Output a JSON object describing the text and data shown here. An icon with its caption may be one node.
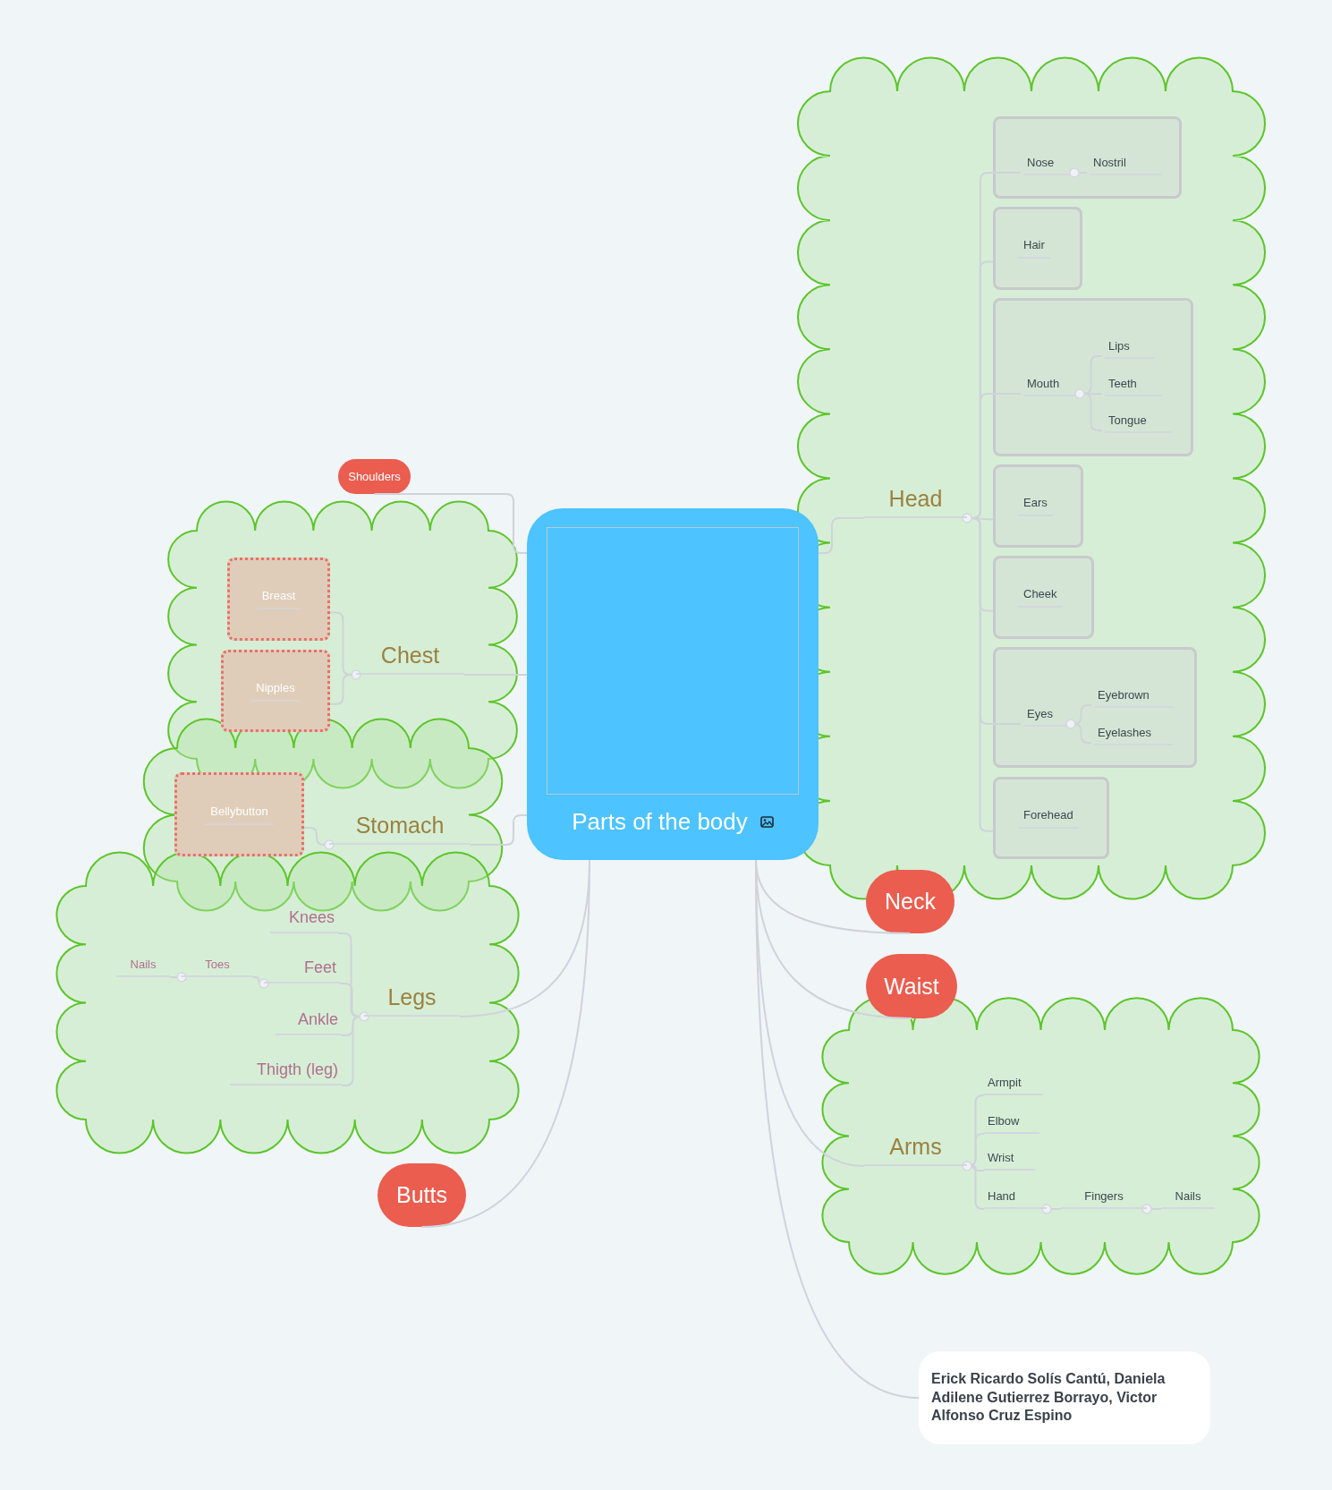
{
  "diagram": {
    "nodes": [
      {
        "text": [
          "Parts of the body"
        ]
      },
      {
        "text": [
          "Shoulders"
        ]
      },
      {
        "text": [],
        "shape": "cloud"
      },
      {
        "text": [
          "Chest"
        ],
        "in": 2
      },
      {
        "text": [
          "Breast"
        ],
        "in": 2
      },
      {
        "text": [
          "Nipples"
        ],
        "in": 2
      },
      {
        "text": [],
        "shape": "cloud"
      },
      {
        "text": [
          "Stomach"
        ],
        "in": 6
      },
      {
        "text": [
          "Bellybutton"
        ],
        "in": 6
      },
      {
        "text": [],
        "shape": "cloud"
      },
      {
        "text": [
          "Legs"
        ],
        "in": 9
      },
      {
        "text": [
          "Knees"
        ],
        "in": 9
      },
      {
        "text": [
          "Feet"
        ],
        "in": 9
      },
      {
        "text": [
          "Ankle"
        ],
        "in": 9
      },
      {
        "text": [
          "Thigth (leg)"
        ],
        "in": 9
      },
      {
        "text": [
          "Toes"
        ],
        "in": 9
      },
      {
        "text": [
          "Nails"
        ],
        "in": 9
      },
      {
        "text": [
          "Butts"
        ]
      },
      {
        "text": [],
        "shape": "cloud"
      },
      {
        "text": [
          "Head"
        ],
        "in": 18
      },
      {
        "text": [],
        "shape": "box",
        "in": 18
      },
      {
        "text": [
          "Nose"
        ],
        "in": 20
      },
      {
        "text": [
          "Nostril"
        ],
        "in": 20
      },
      {
        "text": [
          "Hair"
        ],
        "in": 18
      },
      {
        "text": [],
        "shape": "box",
        "in": 18
      },
      {
        "text": [
          "Mouth"
        ],
        "in": 24
      },
      {
        "text": [
          "Lips"
        ],
        "in": 24
      },
      {
        "text": [
          "Teeth"
        ],
        "in": 24
      },
      {
        "text": [
          "Tongue"
        ],
        "in": 24
      },
      {
        "text": [
          "Ears"
        ],
        "in": 18
      },
      {
        "text": [
          "Cheek"
        ],
        "in": 18
      },
      {
        "text": [],
        "shape": "box",
        "in": 18
      },
      {
        "text": [
          "Eyes"
        ],
        "in": 31
      },
      {
        "text": [
          "Eyebrown"
        ],
        "in": 31
      },
      {
        "text": [
          "Eyelashes"
        ],
        "in": 31
      },
      {
        "text": [
          "Forehead"
        ],
        "in": 18
      },
      {
        "text": [
          "Neck"
        ]
      },
      {
        "text": [
          "Waist"
        ]
      },
      {
        "text": [],
        "shape": "cloud"
      },
      {
        "text": [
          "Arms"
        ],
        "in": 38
      },
      {
        "text": [
          "Armpit"
        ],
        "in": 38
      },
      {
        "text": [
          "Elbow"
        ],
        "in": 38
      },
      {
        "text": [
          "Wrist"
        ],
        "in": 38
      },
      {
        "text": [
          "Hand"
        ],
        "in": 38
      },
      {
        "text": [
          "Fingers"
        ],
        "in": 38
      },
      {
        "text": [
          "Nails"
        ],
        "in": 38
      },
      {
        "text": [
          "Erick Ricardo Solís Cantú, Daniela Adilene Gutierrez Borrayo, Victor Alfonso Cruz Espino"
        ]
      }
    ],
    "edges": [
      {
        "from": 0,
        "to": 1,
        "arrow": "none"
      },
      {
        "from": 0,
        "to": 3,
        "arrow": "none"
      },
      {
        "from": 0,
        "to": 7,
        "arrow": "none"
      },
      {
        "from": 0,
        "to": 10,
        "arrow": "none"
      },
      {
        "from": 0,
        "to": 17,
        "arrow": "none"
      },
      {
        "from": 0,
        "to": 19,
        "arrow": "none"
      },
      {
        "from": 0,
        "to": 36,
        "arrow": "none"
      },
      {
        "from": 0,
        "to": 37,
        "arrow": "none"
      },
      {
        "from": 0,
        "to": 39,
        "arrow": "none"
      },
      {
        "from": 0,
        "to": 46,
        "arrow": "none"
      },
      {
        "from": 3,
        "to": 4,
        "arrow": "none"
      },
      {
        "from": 3,
        "to": 5,
        "arrow": "none"
      },
      {
        "from": 7,
        "to": 8,
        "arrow": "none"
      },
      {
        "from": 10,
        "to": 11,
        "arrow": "none"
      },
      {
        "from": 10,
        "to": 12,
        "arrow": "none"
      },
      {
        "from": 10,
        "to": 13,
        "arrow": "none"
      },
      {
        "from": 10,
        "to": 14,
        "arrow": "none"
      },
      {
        "from": 12,
        "to": 15,
        "arrow": "none"
      },
      {
        "from": 15,
        "to": 16,
        "arrow": "none"
      },
      {
        "from": 19,
        "to": 21,
        "arrow": "none"
      },
      {
        "from": 19,
        "to": 23,
        "arrow": "none"
      },
      {
        "from": 19,
        "to": 25,
        "arrow": "none"
      },
      {
        "from": 19,
        "to": 29,
        "arrow": "none"
      },
      {
        "from": 19,
        "to": 30,
        "arrow": "none"
      },
      {
        "from": 19,
        "to": 32,
        "arrow": "none"
      },
      {
        "from": 19,
        "to": 35,
        "arrow": "none"
      },
      {
        "from": 21,
        "to": 22,
        "arrow": "none"
      },
      {
        "from": 25,
        "to": 26,
        "arrow": "none"
      },
      {
        "from": 25,
        "to": 27,
        "arrow": "none"
      },
      {
        "from": 25,
        "to": 28,
        "arrow": "none"
      },
      {
        "from": 32,
        "to": 33,
        "arrow": "none"
      },
      {
        "from": 32,
        "to": 34,
        "arrow": "none"
      },
      {
        "from": 39,
        "to": 40,
        "arrow": "none"
      },
      {
        "from": 39,
        "to": 41,
        "arrow": "none"
      },
      {
        "from": 39,
        "to": 42,
        "arrow": "none"
      },
      {
        "from": 39,
        "to": 43,
        "arrow": "none"
      },
      {
        "from": 43,
        "to": 44,
        "arrow": "none"
      },
      {
        "from": 44,
        "to": 45,
        "arrow": "none"
      }
    ]
  }
}
